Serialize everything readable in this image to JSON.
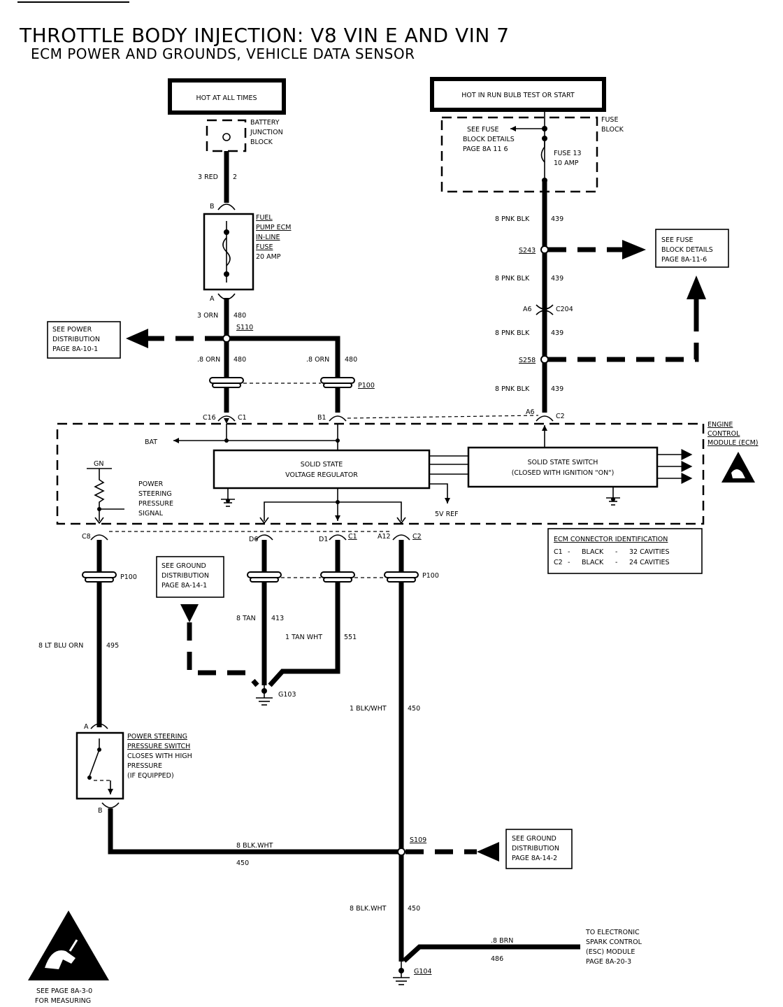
{
  "title": "THROTTLE BODY INJECTION:  V8  VIN E AND  VIN 7",
  "subtitle": "ECM POWER AND GROUNDS, VEHICLE DATA SENSOR",
  "power_sources": {
    "hot_at_all_times": "HOT AT ALL TIMES",
    "hot_in_run": "HOT IN RUN  BULB TEST OR START"
  },
  "battery_junction_block": [
    "BATTERY",
    "JUNCTION",
    "BLOCK"
  ],
  "fuse_block_label": [
    "FUSE",
    "BLOCK"
  ],
  "fuse_block_details_inner": [
    "SEE FUSE",
    "BLOCK DETAILS",
    "PAGE 8A 11 6"
  ],
  "fuse13": [
    "FUSE 13",
    "10 AMP"
  ],
  "fuel_pump_fuse": [
    "FUEL",
    "PUMP ECM",
    "IN-LINE",
    "FUSE",
    "20 AMP"
  ],
  "wires": {
    "w3red": "3 RED",
    "w3red_num": "2",
    "w3orn": "3 ORN",
    "w480": "480",
    "w8orn_a": ".8 ORN",
    "w480_a": "480",
    "w8orn_b": ".8 ORN",
    "w480_b": "480",
    "w8pnkblk_1": "8 PNK BLK",
    "w439_1": "439",
    "w8pnkblk_2": "8 PNK BLK",
    "w439_2": "439",
    "w8pnkblk_3": "8 PNK BLK",
    "w439_3": "439",
    "w8pnkblk_4": "8 PNK BLK",
    "w439_4": "439",
    "w8ltbluorn": "8 LT BLU ORN",
    "w495": "495",
    "w8tan": "8 TAN",
    "w413": "413",
    "w1tanwht": "1 TAN WHT",
    "w551": "551",
    "w1blkwht": "1 BLK/WHT",
    "w450_1": "450",
    "w8blkwht_h": "8 BLK.WHT",
    "w450_h": "450",
    "w8blkwht_v": "8 BLK.WHT",
    "w450_v": "450",
    "w8brn": ".8 BRN",
    "w486": "486"
  },
  "splices": {
    "s110": "S110",
    "s243": "S243",
    "s258": "S258",
    "s109": "S109"
  },
  "connectors": {
    "p100_top": "P100",
    "p100_left": "P100",
    "p100_right": "P100",
    "c204": "C204",
    "a6_c204": "A6",
    "c16": "C16",
    "c1_top": "C1",
    "b1": "B1",
    "a6": "A6",
    "c2_top": "C2",
    "c8": "C8",
    "d6": "D6",
    "d1": "D1",
    "c1_bot": "C1",
    "a12": "A12",
    "c2_bot": "C2",
    "fuse_b": "B",
    "fuse_a": "A",
    "psw_a": "A",
    "psw_b": "B"
  },
  "refs": {
    "power_distribution": [
      "SEE POWER",
      "DISTRIBUTION",
      "PAGE 8A-10-1"
    ],
    "fuse_block_right": [
      "SEE FUSE",
      "BLOCK DETAILS",
      "PAGE 8A-11-6"
    ],
    "ground_dist_1": [
      "SEE GROUND",
      "DISTRIBUTION",
      "PAGE 8A-14-1"
    ],
    "ground_dist_2": [
      "SEE GROUND",
      "DISTRIBUTION",
      "PAGE 8A-14-2"
    ]
  },
  "ecm": {
    "label": [
      "ENGINE",
      "CONTROL",
      "MODULE (ECM)"
    ],
    "bat": "BAT",
    "gn": "GN",
    "regulator": [
      "SOLID STATE",
      "VOLTAGE REGULATOR"
    ],
    "switch": [
      "SOLID STATE SWITCH",
      "(CLOSED WITH IGNITION \"ON\")"
    ],
    "ps_signal": [
      "POWER",
      "STEERING",
      "PRESSURE",
      "SIGNAL"
    ],
    "vref": "5V REF"
  },
  "connector_id": {
    "title": "ECM CONNECTOR IDENTIFICATION",
    "rows": [
      [
        "C1",
        "-",
        "BLACK",
        "-",
        "32 CAVITIES"
      ],
      [
        "C2",
        "-",
        "BLACK",
        "-",
        "24 CAVITIES"
      ]
    ]
  },
  "grounds": {
    "g103": "G103",
    "g104": "G104"
  },
  "ps_switch": [
    "POWER STEERING",
    "PRESSURE SWITCH",
    "CLOSES WITH HIGH",
    "PRESSURE",
    "(IF EQUIPPED)"
  ],
  "esc": [
    "TO ELECTRONIC",
    "SPARK CONTROL",
    "(ESC) MODULE",
    "PAGE 8A-20-3"
  ],
  "measuring_note": [
    "SEE PAGE 8A-3-0",
    "FOR MEASURING"
  ]
}
